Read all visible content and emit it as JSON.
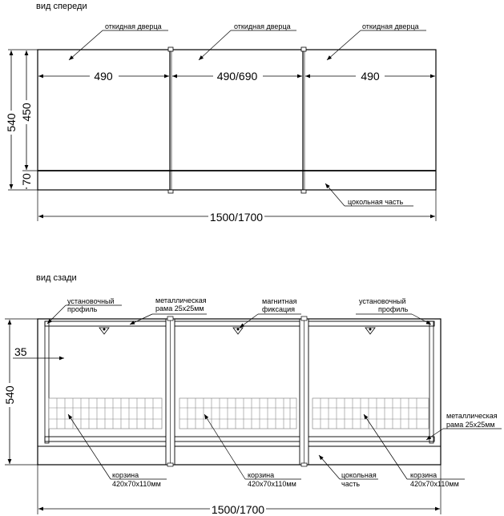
{
  "front_view": {
    "title": "вид спереди",
    "door_label": "откидная дверца",
    "widths": [
      "490",
      "490/690",
      "490"
    ],
    "height_total": "540",
    "height_upper": "450",
    "height_plinth": "70",
    "plinth_label": "цокольная часть",
    "overall_width": "1500/1700"
  },
  "rear_view": {
    "title": "вид сзади",
    "profile_label_1": "установочный",
    "profile_label_2": "профиль",
    "frame_label_1": "металлическая",
    "frame_label_2": "рама 25х25мм",
    "magnet_label_1": "магнитная",
    "magnet_label_2": "фиксация",
    "dim_35": "35",
    "height_total": "540",
    "basket_label_1": "корзина",
    "basket_label_2": "420х70х110мм",
    "plinth_label_1": "цокольная",
    "plinth_label_2": "часть",
    "overall_width": "1500/1700"
  },
  "colors": {
    "line": "#000000",
    "background": "#ffffff",
    "grid": "#888888"
  }
}
